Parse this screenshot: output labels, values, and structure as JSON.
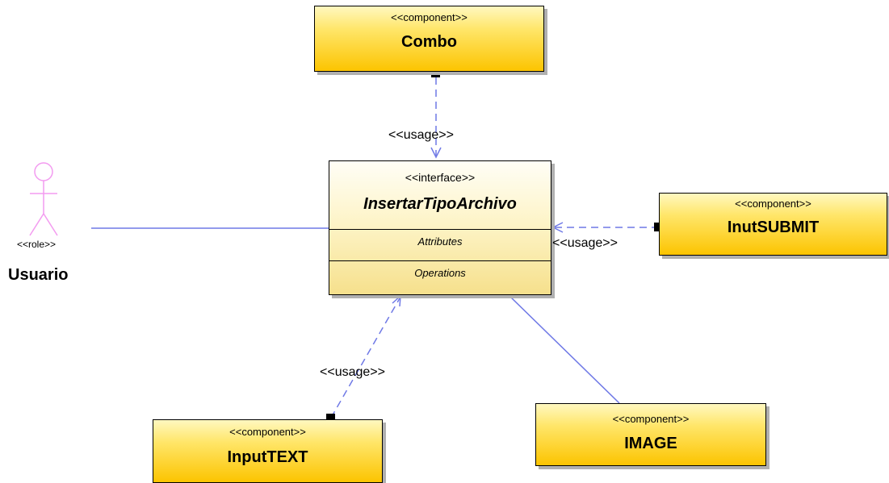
{
  "actor": {
    "stereotype": "<<role>>",
    "name": "Usuario"
  },
  "interface": {
    "stereotype": "<<interface>>",
    "name": "InsertarTipoArchivo",
    "attributes_label": "Attributes",
    "operations_label": "Operations"
  },
  "components": {
    "combo": {
      "stereotype": "<<component>>",
      "name": "Combo"
    },
    "submit": {
      "stereotype": "<<component>>",
      "name": "InutSUBMIT"
    },
    "inputtext": {
      "stereotype": "<<component>>",
      "name": "InputTEXT"
    },
    "image": {
      "stereotype": "<<component>>",
      "name": "IMAGE"
    }
  },
  "edge_labels": {
    "combo_usage": "<<usage>>",
    "submit_usage": "<<usage>>",
    "inputtext_usage": "<<usage>>"
  },
  "colors": {
    "connector": "#6f79e6",
    "actor": "#f39bf0",
    "component_fill": "#fcc400"
  }
}
